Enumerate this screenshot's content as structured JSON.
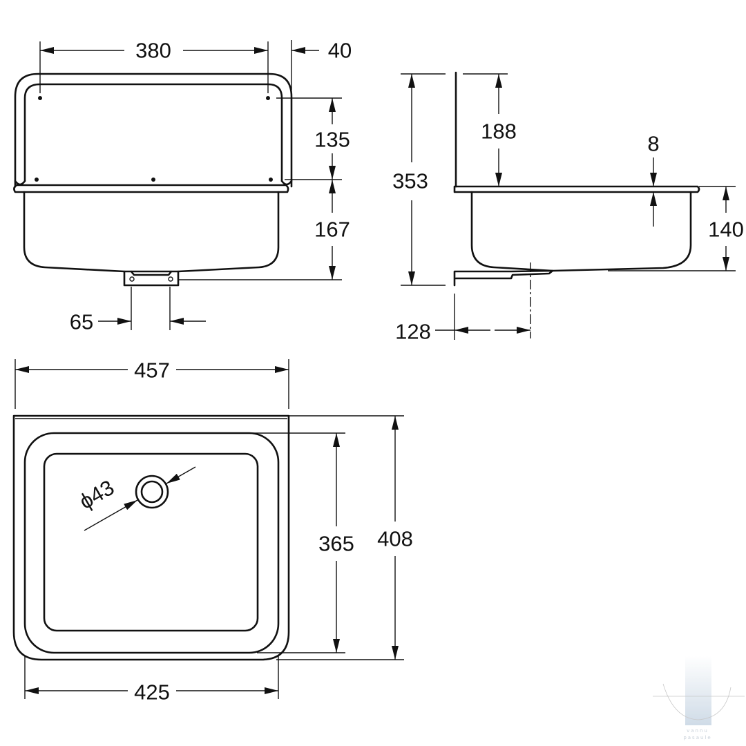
{
  "drawing": {
    "front_view": {
      "width_top": "380",
      "offset_right": "40",
      "backsplash_height": "135",
      "bowl_height": "167",
      "bracket_width": "65"
    },
    "side_view": {
      "total_height": "353",
      "backsplash_height": "188",
      "rim_thickness": "8",
      "bowl_depth": "140",
      "drain_offset": "128"
    },
    "top_view": {
      "overall_width": "457",
      "inner_width": "425",
      "inner_depth": "365",
      "overall_depth": "408",
      "drain_diameter": "ϕ43"
    }
  },
  "watermark": {
    "line1": "vannu",
    "line2": "pasaule",
    "color": "#c9d6e3"
  }
}
